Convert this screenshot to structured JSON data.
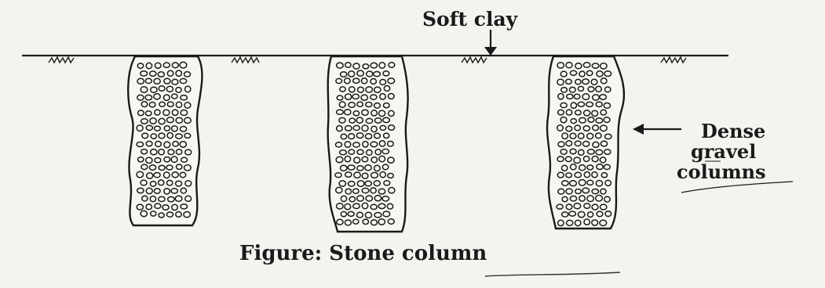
{
  "figure": {
    "top_label": "Soft clay",
    "side_label_lines": [
      "Dense",
      "gravel",
      "columns"
    ],
    "caption": "Figure: Stone column",
    "ink_color": "#1a1a1a",
    "paper_color": "#f4f3ef"
  }
}
